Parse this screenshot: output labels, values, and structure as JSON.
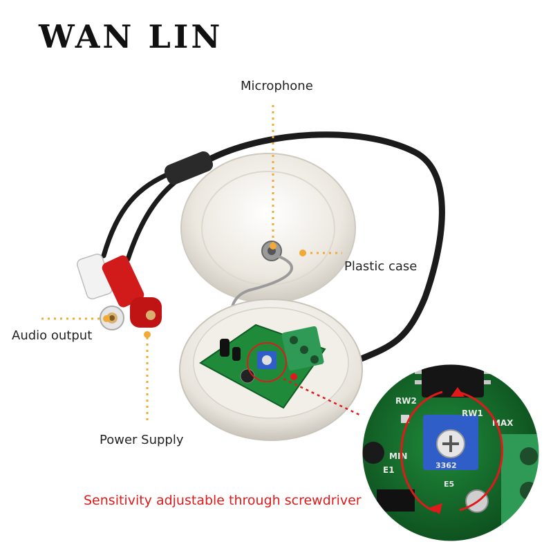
{
  "brand": "WAN LIN",
  "labels": {
    "microphone": "Microphone",
    "plastic_case": "Plastic case",
    "audio_output": "Audio output",
    "power_supply": "Power Supply",
    "sensitivity": "Sensitivity adjustable through screwdriver"
  },
  "pcb_marks": {
    "rw2": "RW2",
    "rw1": "RW1",
    "max": "MAX",
    "min": "MIN",
    "e1": "E1",
    "e5": "E5",
    "trimmer_code": "3362"
  },
  "colors": {
    "leader": "#f2a935",
    "highlight": "#e01a1a",
    "pcb": "#1f8a3a",
    "cable": "#1b1b1b",
    "trimmer": "#2f5ec8"
  }
}
